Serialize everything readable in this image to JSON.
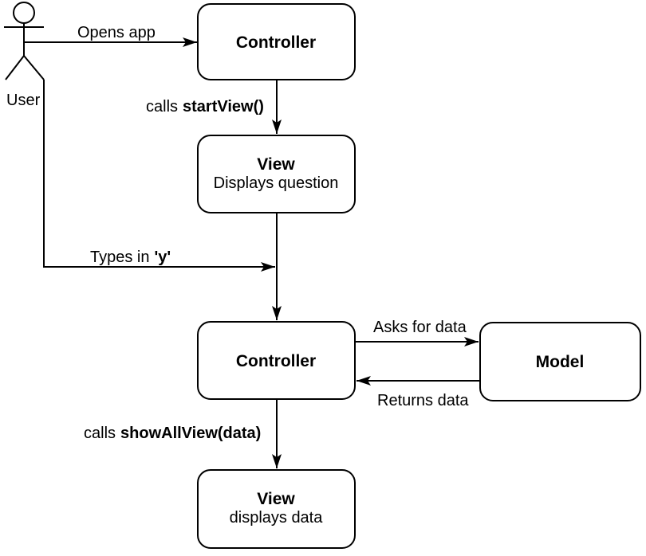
{
  "diagram": {
    "background_color": "#ffffff",
    "stroke_color": "#000000",
    "actor": {
      "label": "User"
    },
    "nodes": {
      "controller_top": {
        "title": "Controller"
      },
      "view_question": {
        "title": "View",
        "subtitle": "Displays question"
      },
      "controller_bottom": {
        "title": "Controller"
      },
      "model": {
        "title": "Model"
      },
      "view_data": {
        "title": "View",
        "subtitle": "displays data"
      }
    },
    "edges": {
      "opens_app": {
        "label": "Opens app"
      },
      "calls_start_view": {
        "prefix": "calls",
        "method": "startView()"
      },
      "types_in_y": {
        "prefix": "Types in",
        "value": "'y'"
      },
      "asks_for_data": {
        "label": "Asks for data"
      },
      "returns_data": {
        "label": "Returns data"
      },
      "calls_show_all_view": {
        "prefix": "calls",
        "method": "showAllView(data)"
      }
    }
  }
}
